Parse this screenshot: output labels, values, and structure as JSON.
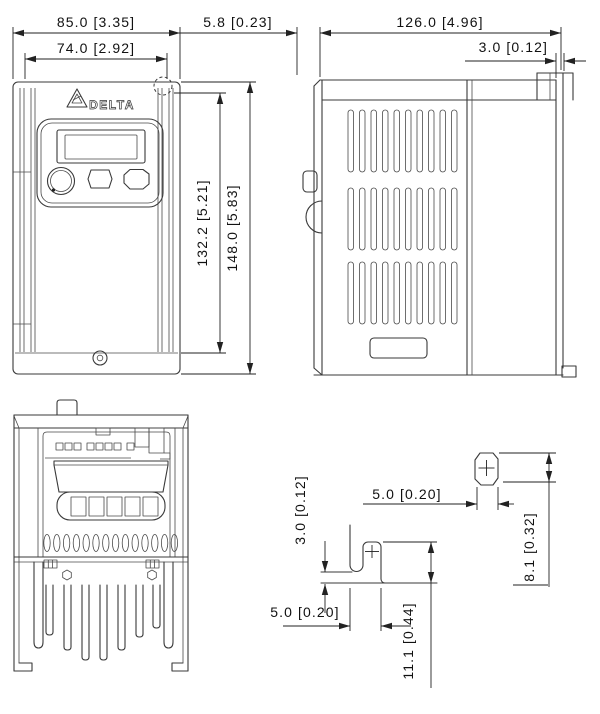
{
  "drawing": {
    "logo": {
      "brand": "DELTA"
    },
    "dims": {
      "front_width": "85.0 [3.35]",
      "front_width_inner": "74.0 [2.92]",
      "front_gap": "5.8 [0.23]",
      "front_height_inner": "132.2 [5.21]",
      "front_height": "148.0 [5.83]",
      "side_depth": "126.0 [4.96]",
      "side_plate": "3.0 [0.12]",
      "hole_width": "5.0 [0.20]",
      "hole_height": "8.1 [0.32]",
      "hook_plate": "3.0 [0.12]",
      "hook_width": "5.0 [0.20]",
      "hook_depth": "11.1 [0.44]"
    },
    "colors": {
      "line": "#3a3a3a",
      "dim": "#222222",
      "background": "#ffffff"
    }
  }
}
